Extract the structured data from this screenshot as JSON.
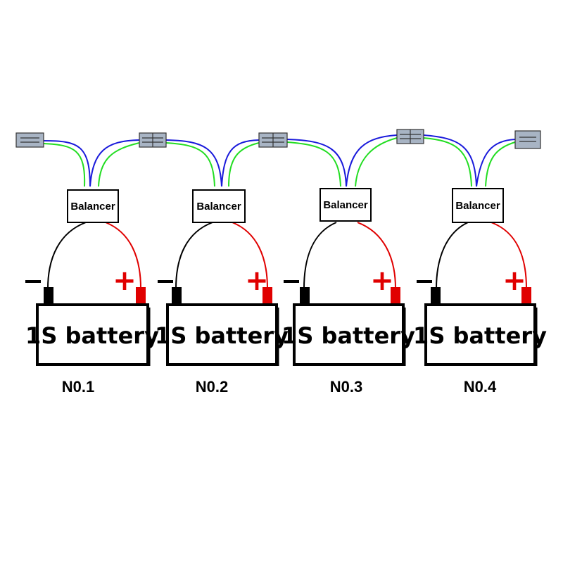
{
  "balancer_label": "Balancer",
  "battery_label": "1S battery",
  "minus_sign": "−",
  "plus_sign": "+",
  "units": [
    {
      "number_label": "N0.1"
    },
    {
      "number_label": "N0.2"
    },
    {
      "number_label": "N0.3"
    },
    {
      "number_label": "N0.4"
    }
  ],
  "colors": {
    "negative_wire": "#000000",
    "positive_wire": "#e00000",
    "balance_wire_blue": "#1a1adb",
    "balance_wire_green": "#22dd22",
    "connector_fill": "#a8b4c4"
  }
}
